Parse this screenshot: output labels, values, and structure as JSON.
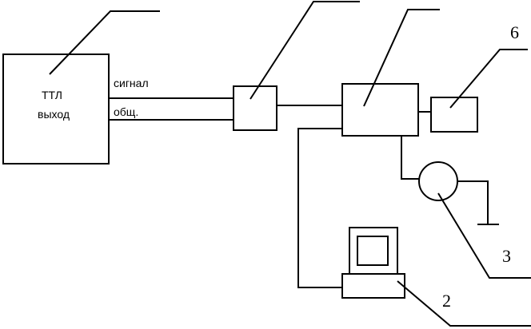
{
  "ttl_block": {
    "line1": "ТТЛ",
    "line2": "выход"
  },
  "terminals": {
    "signal": "сигнал",
    "common": "общ."
  },
  "callouts": {
    "monitor": "6",
    "computer": "2",
    "probe": "3"
  }
}
